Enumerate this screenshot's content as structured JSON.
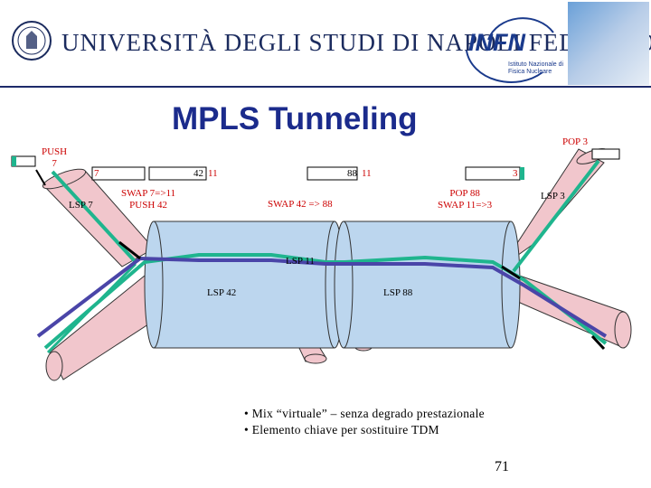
{
  "header": {
    "university": "UNIVERSITÀ DEGLI STUDI DI NAPOLI FEDERICO II",
    "infn_logo": "INFN",
    "infn_subtitle": "Istituto Nazionale di Fisica Nucleare"
  },
  "title": "MPLS Tunneling",
  "labels": {
    "push7": "PUSH\n7",
    "lsp7": "LSP 7",
    "label7": "7",
    "swap_push": "SWAP 7=>11\nPUSH 42",
    "stack1_outer": "42",
    "stack1_inner": "11",
    "swap42": "SWAP 42 => 88",
    "stack2_outer": "88",
    "stack2_inner": "11",
    "pop88": "POP 88\nSWAP 11=>3",
    "label3": "3",
    "pop3": "POP 3",
    "lsp3": "LSP 3",
    "lsp11": "LSP 11",
    "lsp42": "LSP 42",
    "lsp88": "LSP 88"
  },
  "bullets": [
    "• Mix “virtuale” – senza degrado prestazionale",
    "• Elemento chiave per sostituire  TDM"
  ],
  "page_number": "71",
  "colors": {
    "tube_pink": "#f1c6cc",
    "tube_blue": "#bcd6ee",
    "green_path": "#1fb58e",
    "purple_path": "#4a45a8",
    "header_navy": "#1b2b5e",
    "title_blue": "#1b2b8c",
    "label_red": "#cc0000"
  }
}
